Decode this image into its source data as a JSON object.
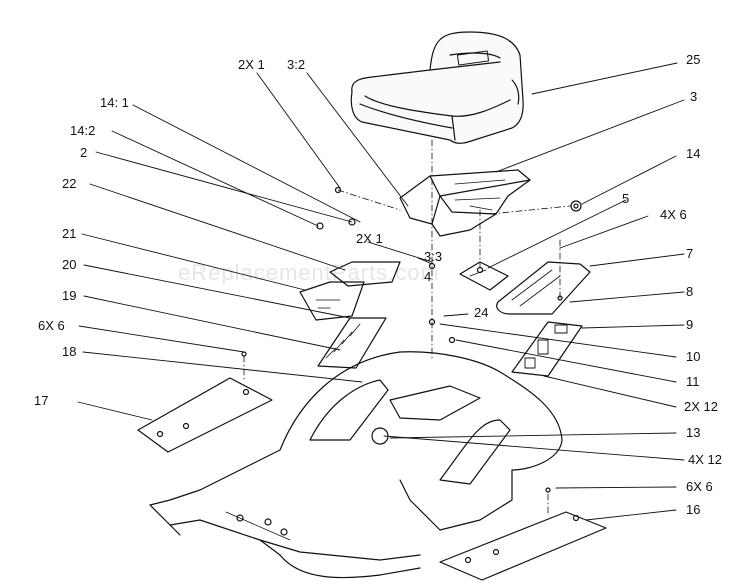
{
  "diagram": {
    "watermark": "eReplacementParts.com",
    "callouts": [
      {
        "id": "c25",
        "text": "25"
      },
      {
        "id": "c3",
        "text": "3"
      },
      {
        "id": "c2x1a",
        "text": "2X 1"
      },
      {
        "id": "c3_2",
        "text": "3:2"
      },
      {
        "id": "c14_1",
        "text": "14: 1"
      },
      {
        "id": "c14_2",
        "text": "14:2"
      },
      {
        "id": "c2",
        "text": "2"
      },
      {
        "id": "c14",
        "text": "14"
      },
      {
        "id": "c22",
        "text": "22"
      },
      {
        "id": "c5",
        "text": "5"
      },
      {
        "id": "c4x6",
        "text": "4X 6"
      },
      {
        "id": "c21",
        "text": "21"
      },
      {
        "id": "c2x1b",
        "text": "2X 1"
      },
      {
        "id": "c3_3",
        "text": "3:3"
      },
      {
        "id": "c4",
        "text": "4"
      },
      {
        "id": "c7",
        "text": "7"
      },
      {
        "id": "c20",
        "text": "20"
      },
      {
        "id": "c8",
        "text": "8"
      },
      {
        "id": "c19",
        "text": "19"
      },
      {
        "id": "c24",
        "text": "24"
      },
      {
        "id": "c9",
        "text": "9"
      },
      {
        "id": "c6x6a",
        "text": "6X 6"
      },
      {
        "id": "c10",
        "text": "10"
      },
      {
        "id": "c18",
        "text": "18"
      },
      {
        "id": "c11",
        "text": "11"
      },
      {
        "id": "c17",
        "text": "17"
      },
      {
        "id": "c2x12",
        "text": "2X 12"
      },
      {
        "id": "c13",
        "text": "13"
      },
      {
        "id": "c4x12",
        "text": "4X 12"
      },
      {
        "id": "c6x6b",
        "text": "6X 6"
      },
      {
        "id": "c16",
        "text": "16"
      }
    ]
  }
}
